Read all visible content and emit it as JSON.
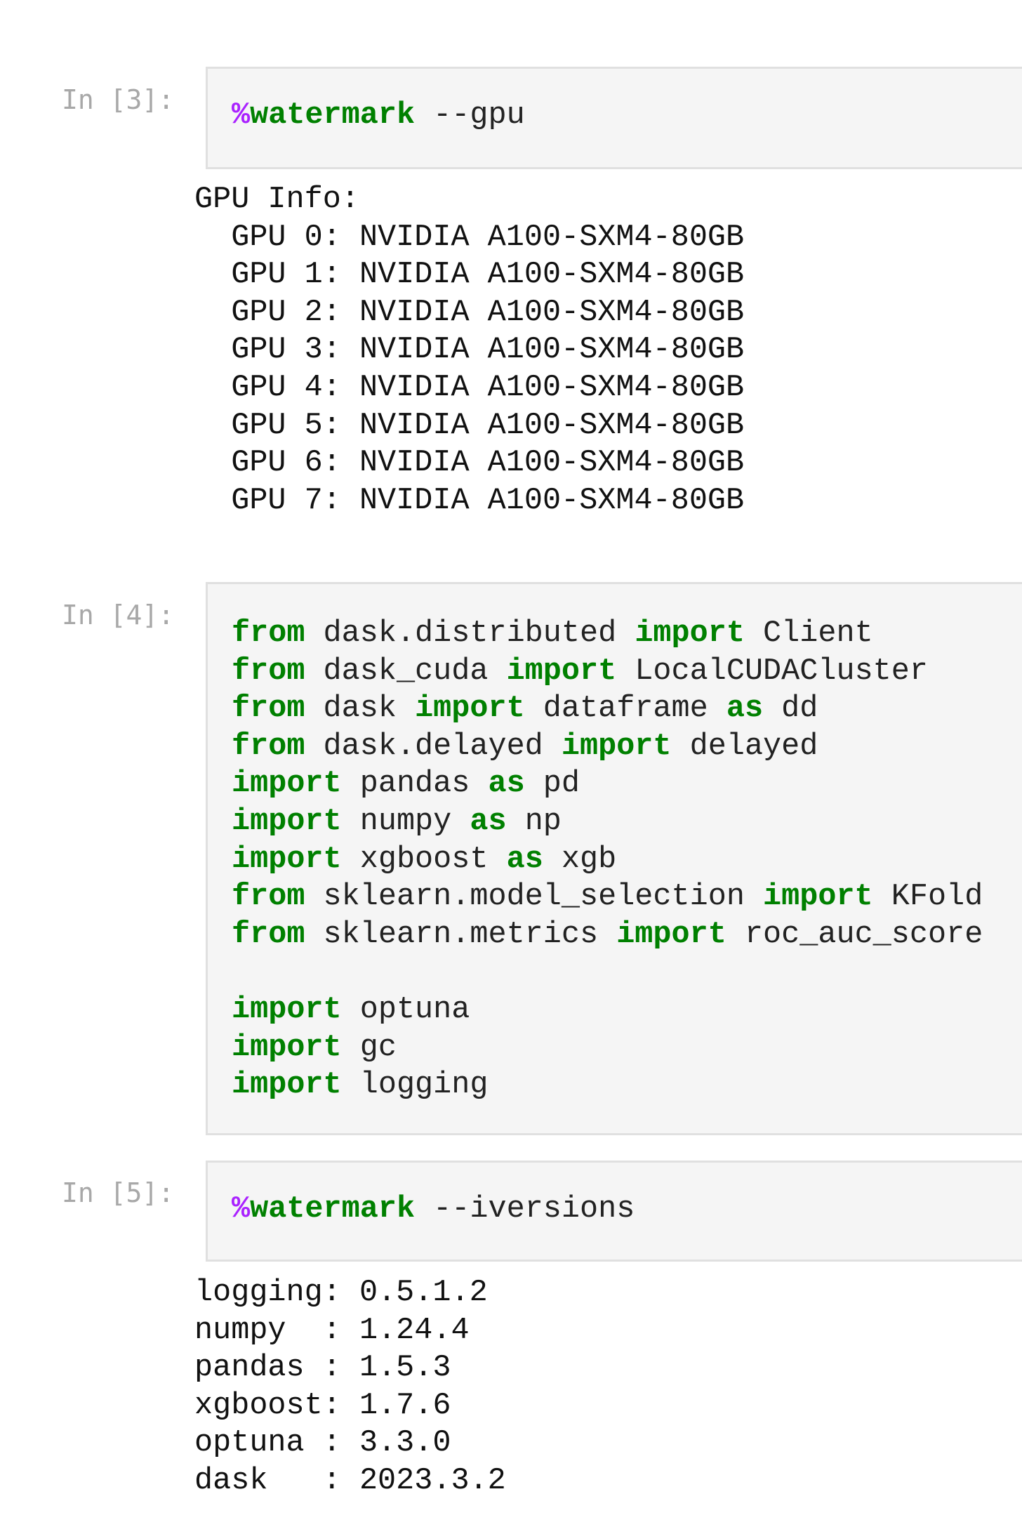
{
  "notebook": {
    "colors": {
      "keyword": "#008000",
      "magic_percent": "#AA22FF",
      "prompt": "#a8a8a8",
      "cell_background": "#f5f5f5",
      "cell_border": "#e0e0e0",
      "text": "#222222"
    },
    "cells": [
      {
        "prompt": "In [3]:",
        "input": {
          "magic_symbol": "%",
          "magic_name": "watermark",
          "args": " --gpu"
        },
        "output": {
          "header": "GPU Info:",
          "lines": [
            "  GPU 0: NVIDIA A100-SXM4-80GB",
            "  GPU 1: NVIDIA A100-SXM4-80GB",
            "  GPU 2: NVIDIA A100-SXM4-80GB",
            "  GPU 3: NVIDIA A100-SXM4-80GB",
            "  GPU 4: NVIDIA A100-SXM4-80GB",
            "  GPU 5: NVIDIA A100-SXM4-80GB",
            "  GPU 6: NVIDIA A100-SXM4-80GB",
            "  GPU 7: NVIDIA A100-SXM4-80GB"
          ]
        }
      },
      {
        "prompt": "In [4]:",
        "input": {
          "lines": [
            {
              "k1": "from",
              "t1": " dask.distributed ",
              "k2": "import",
              "t2": " Client"
            },
            {
              "k1": "from",
              "t1": " dask_cuda ",
              "k2": "import",
              "t2": " LocalCUDACluster"
            },
            {
              "k1": "from",
              "t1": " dask ",
              "k2": "import",
              "t2": " dataframe ",
              "k3": "as",
              "t3": " dd"
            },
            {
              "k1": "from",
              "t1": " dask.delayed ",
              "k2": "import",
              "t2": " delayed"
            },
            {
              "k1": "import",
              "t1": " pandas ",
              "k2": "as",
              "t2": " pd"
            },
            {
              "k1": "import",
              "t1": " numpy ",
              "k2": "as",
              "t2": " np"
            },
            {
              "k1": "import",
              "t1": " xgboost ",
              "k2": "as",
              "t2": " xgb"
            },
            {
              "k1": "from",
              "t1": " sklearn.model_selection ",
              "k2": "import",
              "t2": " KFold"
            },
            {
              "k1": "from",
              "t1": " sklearn.metrics ",
              "k2": "import",
              "t2": " roc_auc_score"
            },
            {},
            {
              "k1": "import",
              "t1": " optuna"
            },
            {
              "k1": "import",
              "t1": " gc"
            },
            {
              "k1": "import",
              "t1": " logging"
            }
          ]
        }
      },
      {
        "prompt": "In [5]:",
        "input": {
          "magic_symbol": "%",
          "magic_name": "watermark",
          "args": " --iversions"
        },
        "output": {
          "lines": [
            "logging: 0.5.1.2",
            "numpy  : 1.24.4",
            "pandas : 1.5.3",
            "xgboost: 1.7.6",
            "optuna : 3.3.0",
            "dask   : 2023.3.2"
          ]
        }
      }
    ]
  }
}
